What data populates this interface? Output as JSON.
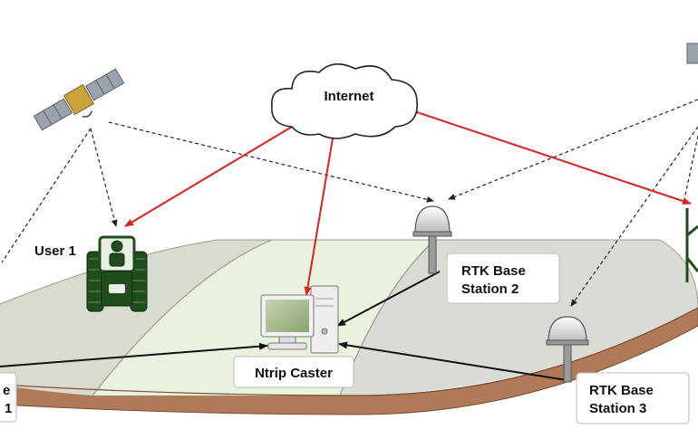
{
  "labels": {
    "internet": "Internet",
    "user1": "User 1",
    "ntrip_caster": "Ntrip Caster",
    "base2_line1": "RTK Base",
    "base2_line2": "Station 2",
    "base3_line1": "RTK Base",
    "base3_line2": "Station 3",
    "base1_line1_partial": "e",
    "base1_line2_partial": "1"
  },
  "colors": {
    "link_red": "#e0201c",
    "link_black": "#111111",
    "satellite_dashes": "#333333",
    "field_light": "#e6f0dc",
    "field_gray": "#d9dcd6",
    "soil": "#b07a58",
    "tractor": "#1f4e1c"
  },
  "icons": {
    "satellite": "satellite-icon",
    "cloud": "cloud-icon",
    "tractor": "tractor-icon",
    "antenna": "gnss-antenna-icon",
    "computer": "computer-icon"
  }
}
